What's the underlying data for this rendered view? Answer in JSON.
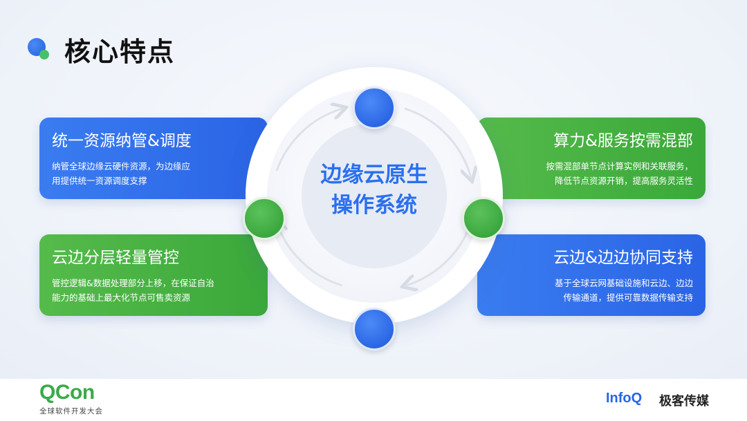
{
  "title": "核心特点",
  "center": {
    "line1": "边缘云原生",
    "line2": "操作系统"
  },
  "cards": [
    {
      "title": "统一资源纳管&调度",
      "desc_line1": "纳管全球边缘云硬件资源，为边缘应",
      "desc_line2": "用提供统一资源调度支撑"
    },
    {
      "title": "算力&服务按需混部",
      "desc_line1": "按需混部单节点计算实例和关联服务，",
      "desc_line2": "降低节点资源开销，提高服务灵活性"
    },
    {
      "title": "云边分层轻量管控",
      "desc_line1": "管控逻辑&数据处理部分上移，在保证自治",
      "desc_line2": "能力的基础上最大化节点可售卖资源"
    },
    {
      "title": "云边&边边协同支持",
      "desc_line1": "基于全球云网基础设施和云边、边边",
      "desc_line2": "传输通道，提供可靠数据传输支持"
    }
  ],
  "footer": {
    "qcon_logo": "QCon",
    "qcon_sub": "全球软件开发大会",
    "infoq_logo": "InfoQ",
    "jike_text": "极客传媒"
  },
  "colors": {
    "blue": "#2a64e6",
    "green": "#3aa83a",
    "center_text": "#2a6ff0"
  }
}
